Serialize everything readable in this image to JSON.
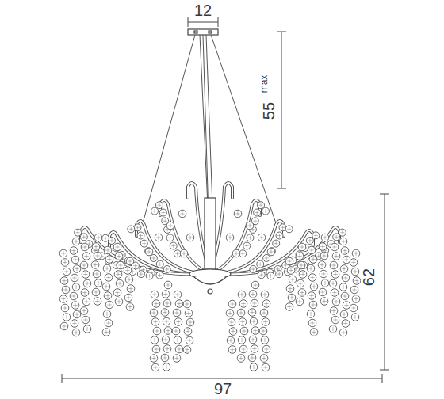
{
  "diagram": {
    "labels": [
      "12",
      "55",
      "max",
      "62",
      "97"
    ]
  }
}
